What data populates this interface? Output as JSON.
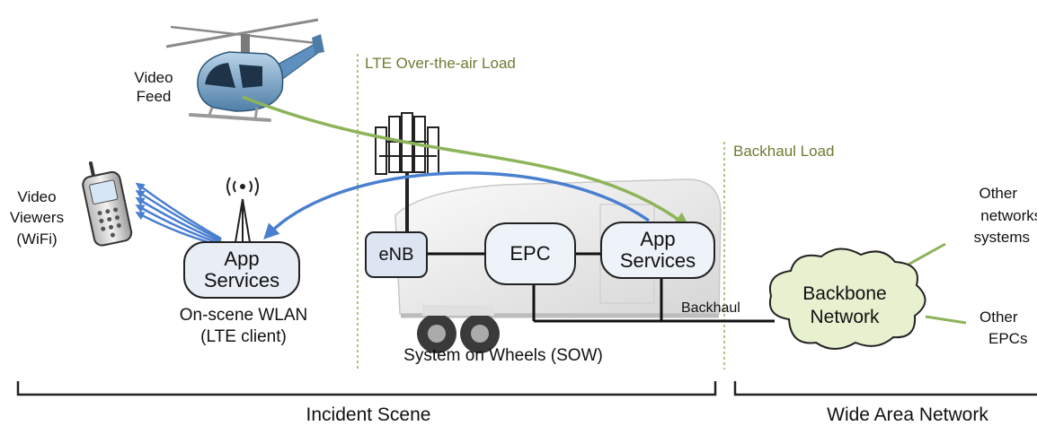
{
  "load_labels": {
    "ota": "LTE Over-the-air Load",
    "backhaul": "Backhaul Load"
  },
  "nodes": {
    "enb": "eNB",
    "epc": "EPC",
    "sow_app_line1": "App",
    "sow_app_line2": "Services",
    "wlan_app_line1": "App",
    "wlan_app_line2": "Services",
    "backbone_line1": "Backbone",
    "backbone_line2": "Network"
  },
  "labels": {
    "video_feed_1": "Video",
    "video_feed_2": "Feed",
    "viewers_1": "Video",
    "viewers_2": "Viewers",
    "viewers_3": "(WiFi)",
    "wlan_1": "On-scene WLAN",
    "wlan_2": "(LTE client)",
    "sow": "System on Wheels (SOW)",
    "backhaul": "Backhaul",
    "other_net_1": "Other",
    "other_net_2": "networks/",
    "other_net_3": "systems",
    "other_epc_1": "Other",
    "other_epc_2": "EPCs"
  },
  "regions": {
    "incident": "Incident Scene",
    "wan": "Wide Area Network"
  },
  "colors": {
    "green_flow": "#8db45a",
    "blue_flow": "#4a7fd0",
    "load_text": "#6b7d33",
    "cloud_fill": "#e7f0cf"
  },
  "icons": [
    "helicopter-icon",
    "cell-tower-icon",
    "trailer-icon",
    "mobile-phone-icon",
    "wifi-antenna-icon",
    "cloud-icon"
  ]
}
